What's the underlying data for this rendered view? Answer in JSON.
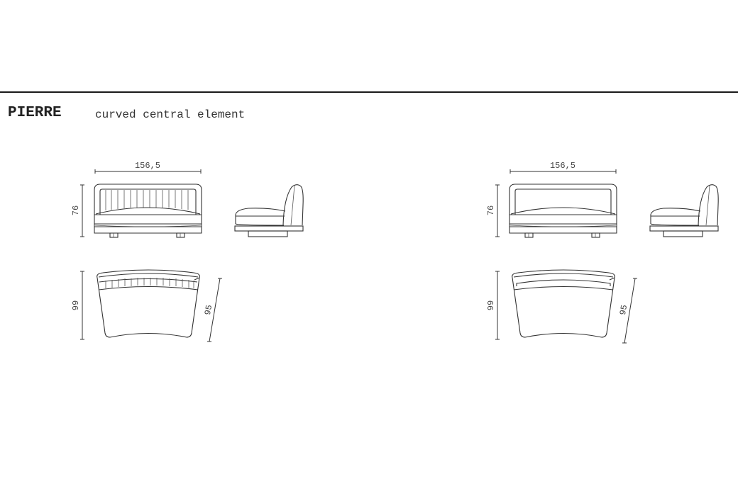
{
  "header": {
    "product_name": "PIERRE",
    "description": "curved central element"
  },
  "variants": [
    {
      "name": "quilted-back",
      "front_view": {
        "width_label": "156,5",
        "height_label": "76"
      },
      "plan_view": {
        "depth_label": "99",
        "side_depth_label": "95"
      }
    },
    {
      "name": "plain-back",
      "front_view": {
        "width_label": "156,5",
        "height_label": "76"
      },
      "plan_view": {
        "depth_label": "99",
        "side_depth_label": "95"
      }
    }
  ],
  "colors": {
    "line": "#333333",
    "background": "#ffffff"
  }
}
